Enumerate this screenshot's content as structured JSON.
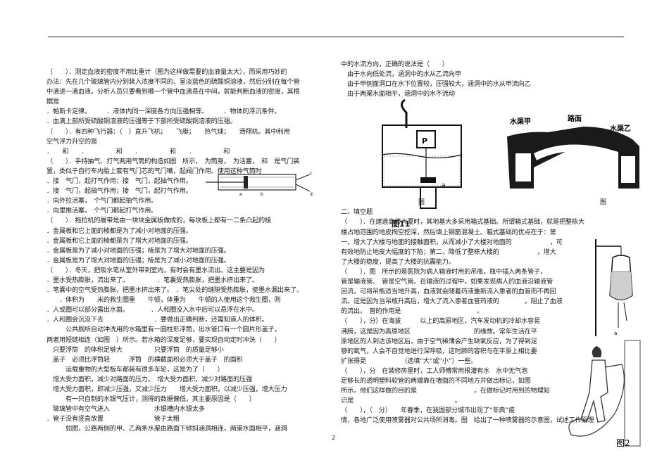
{
  "left_column": [
    "（　　）．测定血液的密度不用比重计（图为这样做需要的血液量太大），而采用巧妙的",
    "办法：先在几个玻璃管内分别装入浓度不同的、呈淡蓝色的硫酸铜溶液，然后分别在每个管",
    "中滴进一滴血液。分析人员只要看到哪一个管中血滴悬在中间，就能判断血液的密度，其根",
    "据是",
    "．帕斯卡定律。　　　．液体内同一深度各方向压强相等。　　　．物体的浮沉条件。",
    "．血滴上部所受硫酸铜溶液的压强等于下部所受硫酸铜溶液的压强。",
    "（　　）．有四种飞行器：（　）直升飞机；　　飞艇；　　热气球；　　滑翔机。其中利用",
    "空气浮力升空的是",
    "．　　和　　．　　　　　和　　．　　　　　和　　．　　　　　和",
    "（　　）．手持抽气、打气两用气筒的构造如图　所示，　为筒身，　为活塞，　和　是气门装",
    "置，类似于自行车内胎上套有气门芯的气门嘴，起阀门作用。使用这种气筒时",
    "．接　气门，起打气作用；接　气门，起抽气作用。",
    "．接　气门，起抽气作用；接　气门，起打气作用。",
    "．向外拉活塞，　个气门都起抽气作用。",
    "．向里推活塞，　个气门都起打气作用。",
    "（　　）．拖拉机的履带是由一块块金属板做成的，每块板上都有一二条凸起的棱",
    "．金属板和它上面的棱都是为了减小对地面的压强。",
    "．金属板和它上面的棱都是为了增大对地面的压强。",
    "．金属板是为了减小对地面的压强；棱是为了增大对地面的压强。",
    "．金属板是为了增大对地面的压强；棱是为了减小对地面的压强。",
    "（　　）．冬天，把吸水笔从室外带到室内，有时会有墨水流出。这主要是因为",
    "．墨水受热膨胀，流出来了。　　　　　．笔囊受热膨胀，把墨水挤出来了。",
    "．笔囊中的空气受热膨胀，把墨水挤出来了。　．笔尖处的缝隙受热膨胀，使墨水漏出来了。",
    "　　．体积为　　米的救生圈重　　牛顿，体重为　　牛顿的人使用这个救生圈，则",
    "．人或圈可以部分露出水面。　　　　．人和圈没入水中后可以悬浮在水中。",
    "．人和圈会沉没下去　　　　　　　　．要做出正确判断，还需知道人的体积。",
    "　　　公共厕所自动冲洗用的水箱里有一圆柱形浮筒，出水管口有一个圆片形盖子，",
    "两者用短链相连（如图　）所示。若水箱的深度足够，要实现自动定时冲洗（　　）",
    "　只要浮筒　的体积足够大　　　　　只要浮筒　的质量足够小",
    "　盖子　必须比浮筒轻　　　浮筒　的横截面积必须大于盖子　的面积",
    "　　　运载重物的大型板车都装有很多车轮，这是为了（　　）",
    "　增大受力面积，减少对路面的压力。　增大受力面积，减少对路面的压强",
    "　增大受力面积，即减少压强，又减少压力　　增大受力面积，以减少压强，增大压力",
    "　　　有一只自制的水银气压计，测得的数据偏低，其主要原因是（　　）",
    "　玻璃管中有空气进入　　　　　　　水银槽内水银太多",
    "．管子没有竖直放置　　　　　　　　管子太粗",
    "　　　如图，公路两侧的甲、乙两条水渠由路面下倾斜涵洞相连，两渠水面相平，涵洞"
  ],
  "right_column_top": [
    "中的水流方向，正确的说法是（　　）",
    "　由于水向低处流，涵洞中的水从乙流向甲",
    "　由于甲侧面洞口在水下位置较，压强较大，涵洞中的水从甲流向乙",
    "　由于两渠水面相平，涵洞中的水不流动"
  ],
  "figure_labels": {
    "p_label": "P",
    "a_label": "a",
    "fig_caption_left": "图",
    "fig_caption_right": "图",
    "canal_a": "水渠甲",
    "road": "路面",
    "canal_b": "水渠乙",
    "fig2": "图2",
    "fig11": "图11"
  },
  "section_title": "二、填空题",
  "right_column_bottom": [
    "（　　）．在建造高楼大厦时，其地基大多采用箱式基础。所谓箱式基础，就是把整栋大",
    "楼占地范围的地皮掏空挖深，然后填上钢筋混凝土。箱式基础的优点在于：第",
    "一，增大了大楼与地面的接触面积，从而减小了大楼对地面的　　　　　　，可",
    "有效地防止地皮大幅度的下陷；第二，降低了整栋大楼的　　　　　　，增大",
    "了大楼的稳度，提高了大楼的抗震能力。",
    "（　　）．图　所示的是医院为病人输液时用的吊瓶，瓶中插入两条管子，",
    "管是输液管、　管是空气管。在输液的过程中，如果发现病人的血液沿输液管",
    "回流，可将吊瓶适当地升高，血液就会随着药液重新流入患者的血管而不再回",
    "流。这是因为当吊瓶升高后，增大了流入患者血管药液的　　　　，阻止了血液",
    "的流出。　管的作用是　　　　　　　　　　　　。",
    "（　　），分）在海拔　　　以上的高原地区，汽车发动机的冷却水容易",
    "沸腾，这是因为高原地区　　　　　　　　　　的缘故。常年生活在平",
    "原地区的人到达该地区后，由于空气稀薄会产生缺氧反应，为了得到足",
    "够的氧气，人会不自觉地进行深呼吸，这时肺的容积与在平原上相比要",
    "扩张得更　　　　　　（选填“大”或“小”）一些。",
    "（　　），分　在装修房屋时，工人师傅常用根灌有水　水中无气泡",
    "足够长的透明塑料软管的两端靠在墙面的不同地方并做出标记，如图",
    "所示。他们这样做的目的是　　　　　　　　　，在做标记时用到的物理知",
    "识是　　　　　　　　　　　　　　　　。",
    "（　　），（　分）　　年春季，在我国部分城市出现了“非典”疫",
    "情，各地广泛使用喷雾器对公共场所消毒。图　给出了一种喷雾器的示意图，试述工作原理"
  ],
  "page_number": "2"
}
